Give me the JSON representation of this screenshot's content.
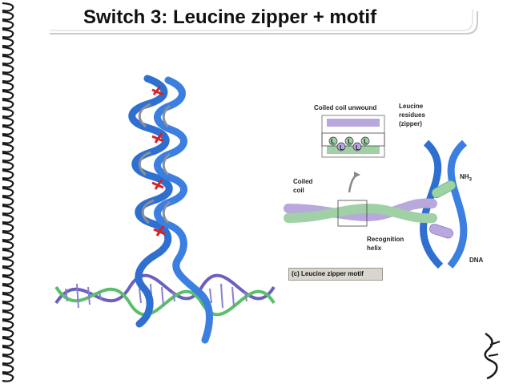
{
  "slide": {
    "title": "Switch 3: Leucine zipper + motif"
  },
  "diagram": {
    "coiled_coil_unwound": "Coiled coil unwound",
    "leucine_residues": [
      "Leucine",
      "residues",
      "(zipper)"
    ],
    "leucine_letter": "L",
    "coiled_coil": [
      "Coiled",
      "coil"
    ],
    "nh3": "NH",
    "nh3_sub": "3",
    "recognition_helix": [
      "Recognition",
      "helix"
    ],
    "dna": "DNA",
    "caption": "(c) Leucine zipper motif"
  },
  "colors": {
    "helix_blue": "#2f6fd0",
    "helix_gray": "#8a8f99",
    "leucine_red": "#d3242a",
    "dna_green": "#5bbf6a",
    "dna_purple": "#6b5fbf",
    "diagram_purple": "#b9a8dc",
    "diagram_green": "#9fd0a6"
  }
}
